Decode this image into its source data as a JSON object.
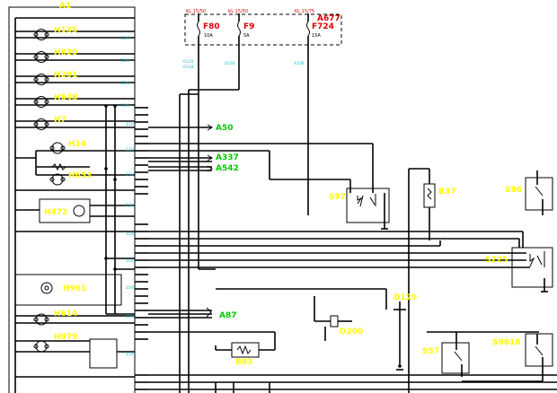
{
  "colors": {
    "wire": "#000000",
    "component_label": "#ffff00",
    "connector_label": "#00c800",
    "fuse_label": "#e00000",
    "pin_label": "#00c8c8"
  },
  "module_a1": {
    "title": "A1"
  },
  "lamps": [
    {
      "id": "h135",
      "label": "H135"
    },
    {
      "id": "h820",
      "label": "H820"
    },
    {
      "id": "h291",
      "label": "H291"
    },
    {
      "id": "h648",
      "label": "H648"
    },
    {
      "id": "h7",
      "label": "H7"
    },
    {
      "id": "h14",
      "label": "H14"
    },
    {
      "id": "h653",
      "label": "H653"
    },
    {
      "id": "h472",
      "label": "H472"
    },
    {
      "id": "h961",
      "label": "H961"
    },
    {
      "id": "h614",
      "label": "H614"
    },
    {
      "id": "h979",
      "label": "H979"
    }
  ],
  "fuses": [
    {
      "id": "f80",
      "label": "F80",
      "terminal": "KL 15/50",
      "rating": "10A",
      "wire": "0135\n0138"
    },
    {
      "id": "f9",
      "label": "F9",
      "terminal": "KL 15/50",
      "rating": "5A",
      "wire": "0230"
    },
    {
      "id": "f724",
      "label": "F724",
      "terminal": "KL 15/75",
      "rating": "15A",
      "wire": "A236"
    }
  ],
  "fuse_box": {
    "label": "A677"
  },
  "connectors": [
    {
      "id": "a50",
      "label": "A50"
    },
    {
      "id": "a337",
      "label": "A337"
    },
    {
      "id": "a542",
      "label": "A542"
    },
    {
      "id": "a87",
      "label": "A87"
    }
  ],
  "components": [
    {
      "id": "s97",
      "label": "S97"
    },
    {
      "id": "b37",
      "label": "B37"
    },
    {
      "id": "s86",
      "label": "S86"
    },
    {
      "id": "s225",
      "label": "S225"
    },
    {
      "id": "d129",
      "label": "D129"
    },
    {
      "id": "d200",
      "label": "D200"
    },
    {
      "id": "b83",
      "label": "B83"
    },
    {
      "id": "s57",
      "label": "S57"
    },
    {
      "id": "s8618",
      "label": "S8618"
    }
  ]
}
